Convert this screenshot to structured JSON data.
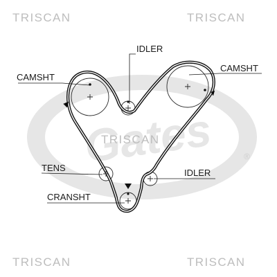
{
  "watermark": {
    "text": "TRISCAN",
    "logo_text": "Gates",
    "registered_mark": "®",
    "color": "#bdbdbd",
    "logo_color": "#e6e6e6"
  },
  "labels": {
    "camshaft_left": "CAMSHT",
    "camshaft_right": "CAMSHT",
    "idler_top": "IDLER",
    "idler_right": "IDLER",
    "tensioner": "TENS",
    "crankshaft": "CRANSHT"
  },
  "colors": {
    "belt": "#111111",
    "lines": "#1a1a1a",
    "background": "#ffffff"
  },
  "icons": {
    "timing_mark": "triangle-down-icon",
    "rotation_arrow": "chevron-icon"
  }
}
